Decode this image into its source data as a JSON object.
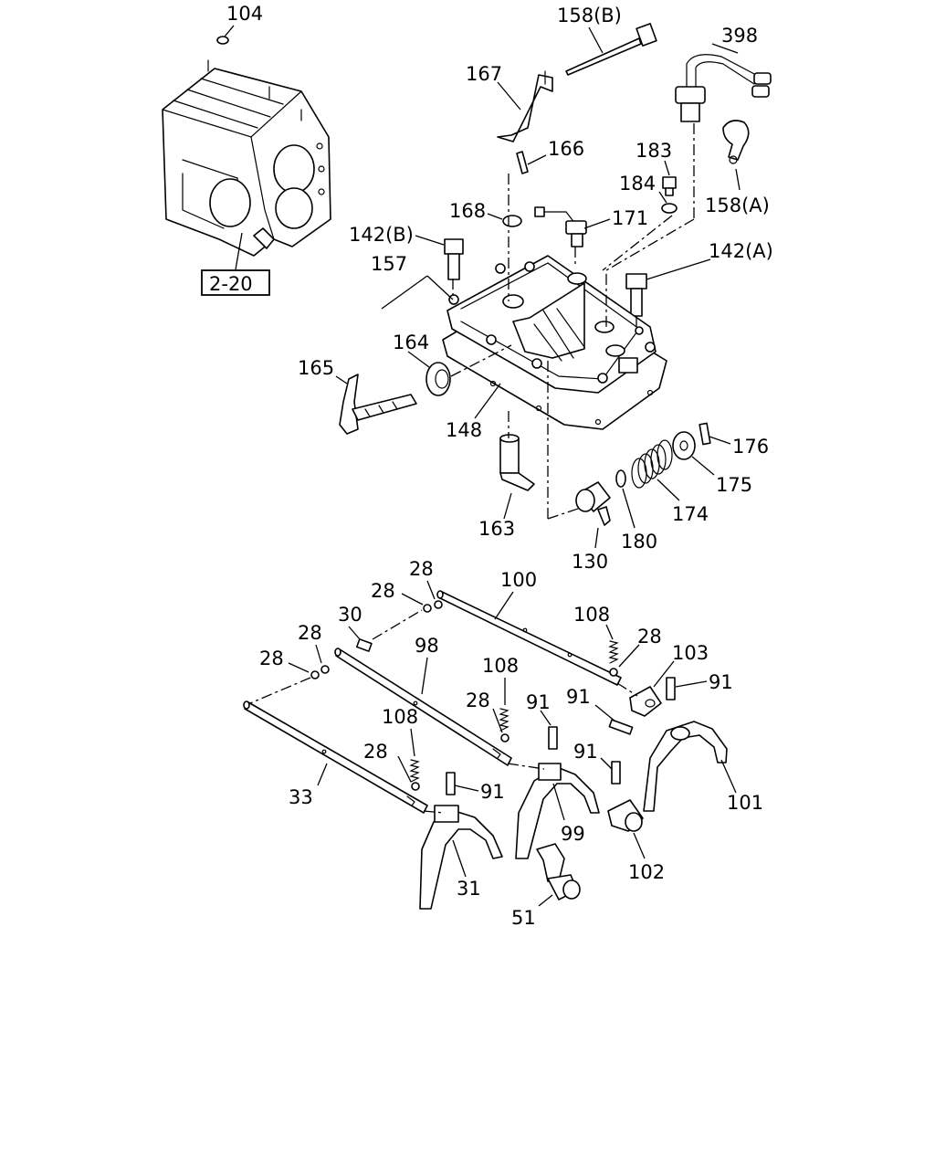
{
  "reference_box": "2-20",
  "labels": {
    "l104": "104",
    "l158b": "158(B)",
    "l398": "398",
    "l167": "167",
    "l166": "166",
    "l183": "183",
    "l184": "184",
    "l158a": "158(A)",
    "l168": "168",
    "l171": "171",
    "l142b": "142(B)",
    "l142a": "142(A)",
    "l157": "157",
    "l164": "164",
    "l165": "165",
    "l148": "148",
    "l176": "176",
    "l175": "175",
    "l174": "174",
    "l163": "163",
    "l180": "180",
    "l130": "130",
    "l28a": "28",
    "l100": "100",
    "l28b": "28",
    "l30": "30",
    "l108a": "108",
    "l28c": "28",
    "l28d": "28",
    "l98": "98",
    "l103": "103",
    "l28e": "28",
    "l91a": "91",
    "l108b": "108",
    "l91b": "91",
    "l28f": "28",
    "l91c": "91",
    "l108c": "108",
    "l91d": "91",
    "l28g": "28",
    "l101": "101",
    "l33": "33",
    "l91e": "91",
    "l99": "99",
    "l102": "102",
    "l31": "31",
    "l51": "51"
  }
}
